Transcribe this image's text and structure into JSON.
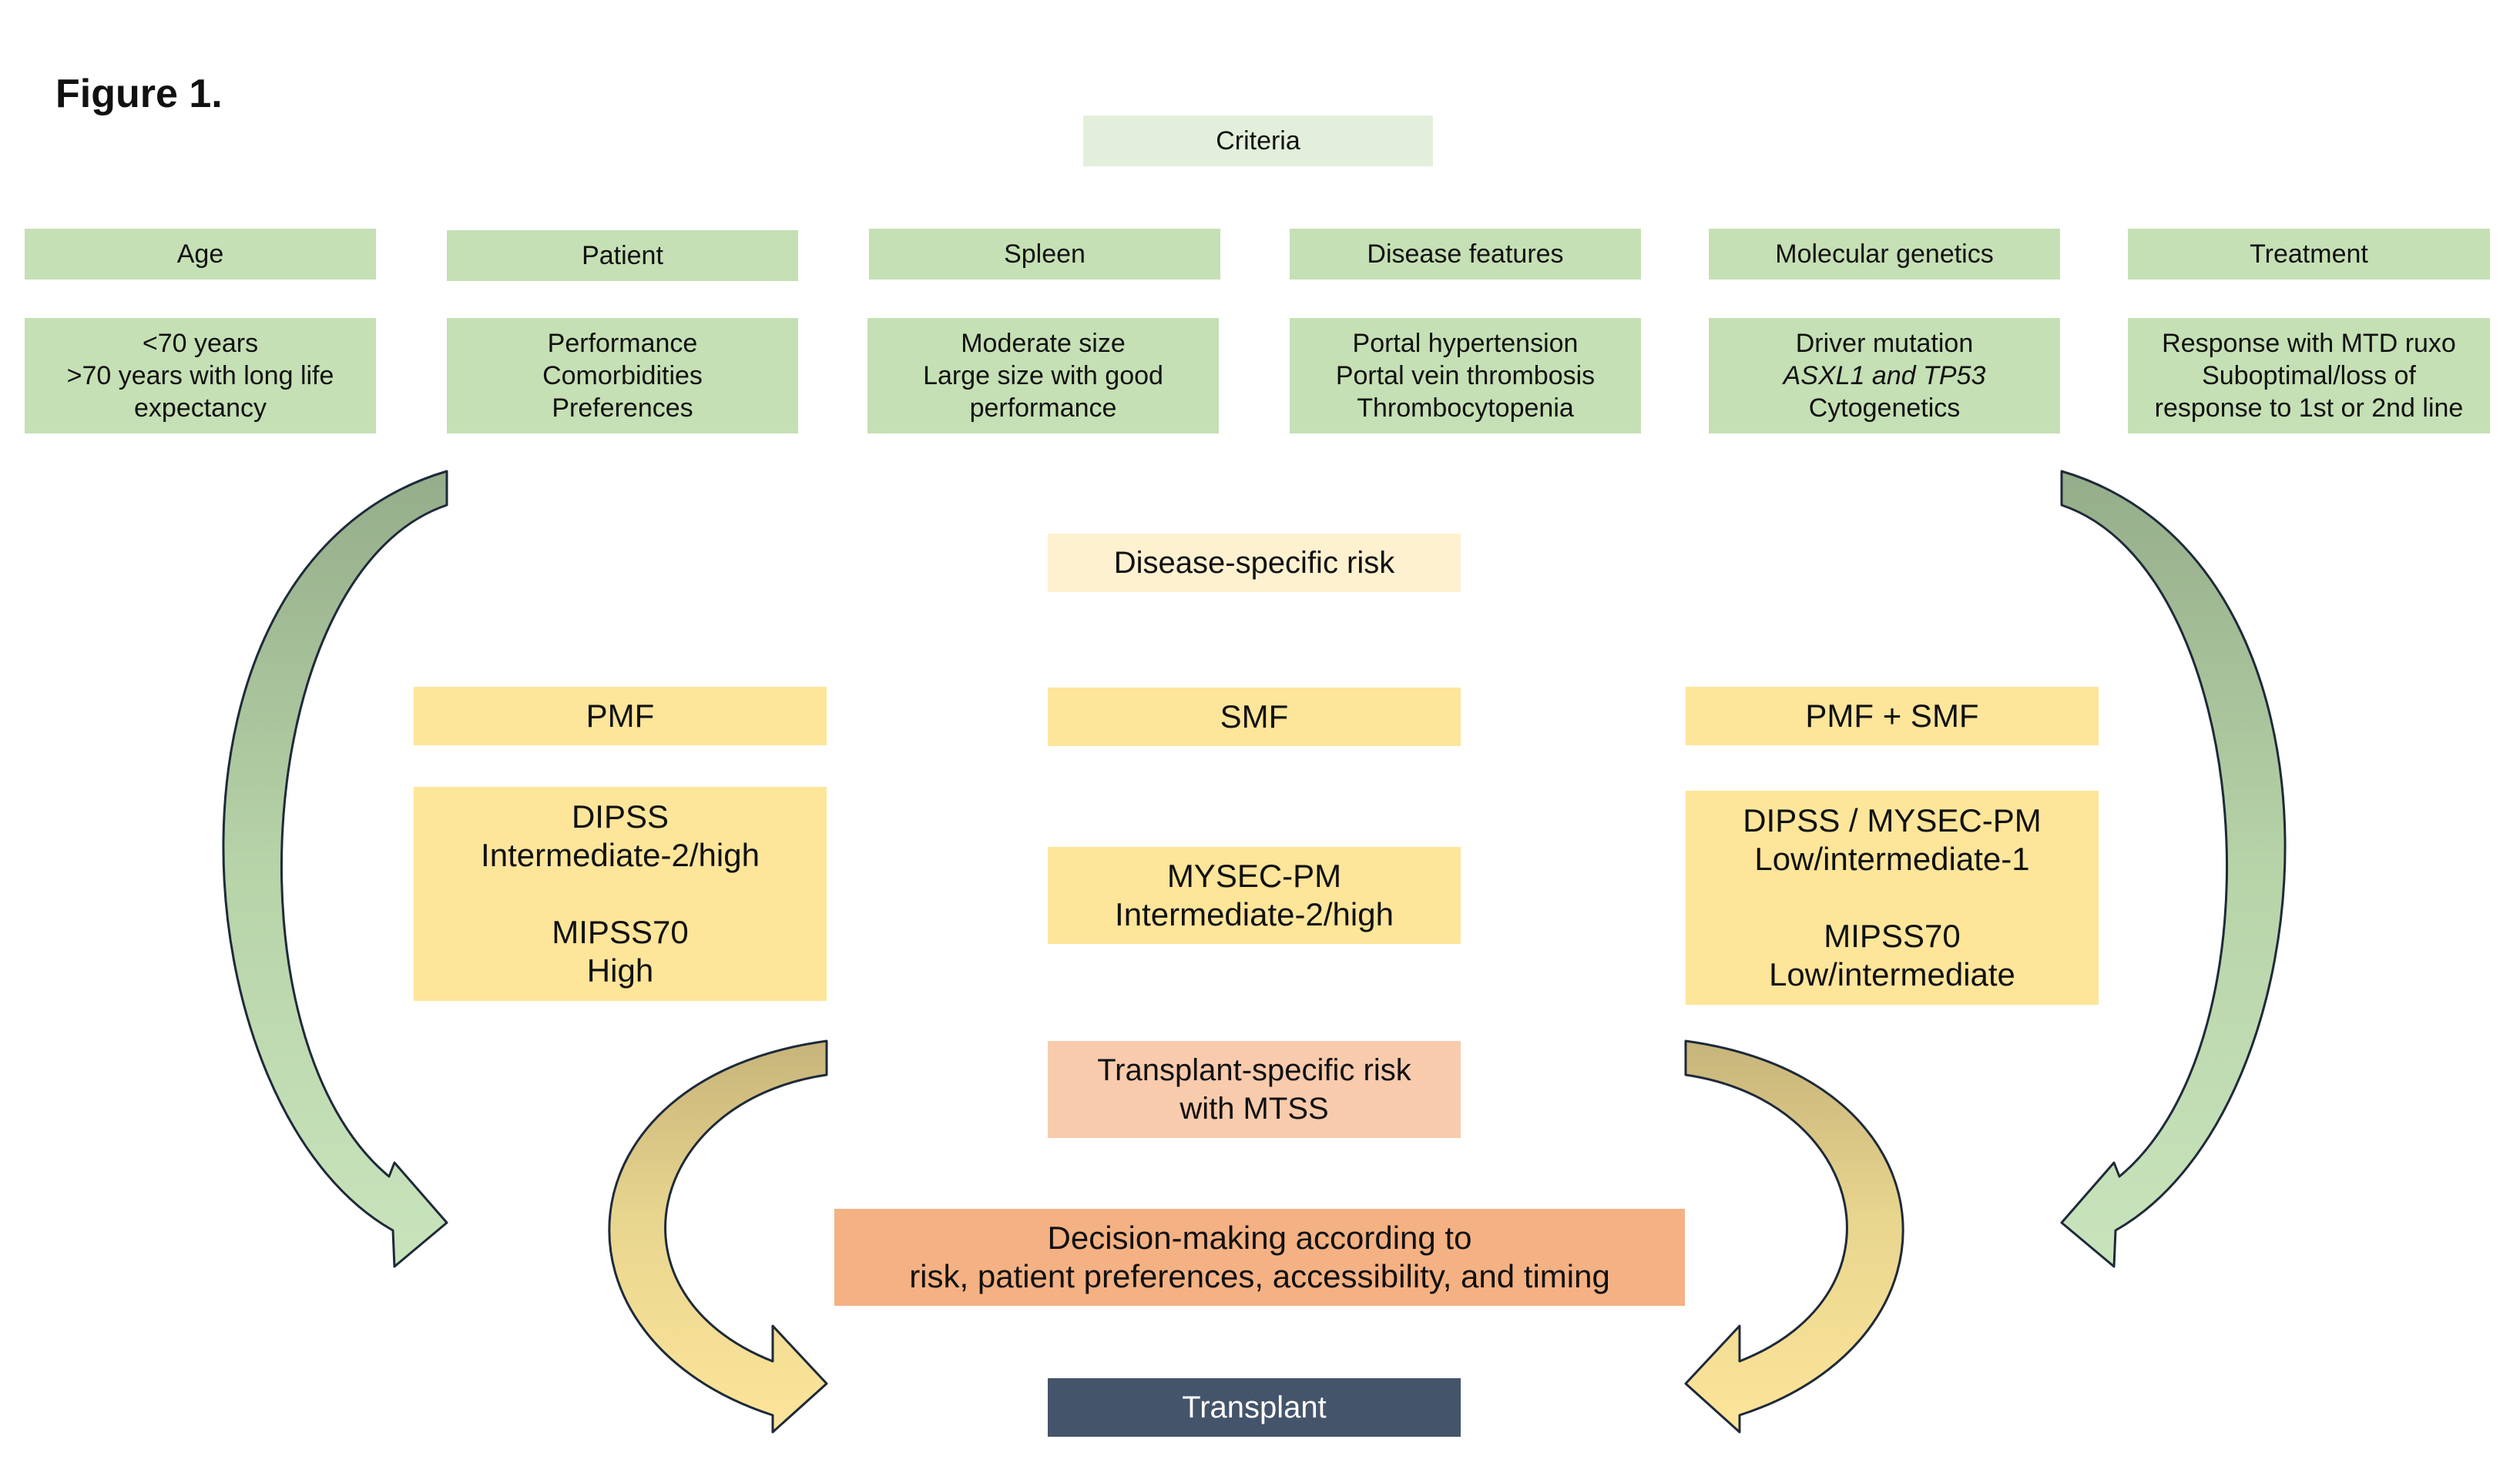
{
  "figure_title": "Figure 1.",
  "criteria": "Criteria",
  "categories": [
    {
      "title": "Age",
      "lines": [
        "<70 years",
        ">70 years with long life",
        "expectancy"
      ]
    },
    {
      "title": "Patient",
      "lines": [
        "Performance",
        "Comorbidities",
        "Preferences"
      ]
    },
    {
      "title": "Spleen",
      "lines": [
        "Moderate size",
        "Large size with good",
        "performance"
      ]
    },
    {
      "title": "Disease features",
      "lines": [
        "Portal hypertension",
        "Portal vein thrombosis",
        "Thrombocytopenia"
      ]
    },
    {
      "title": "Molecular genetics",
      "lines": [
        "Driver mutation",
        "ASXL1 and TP53",
        "Cytogenetics"
      ]
    },
    {
      "title": "Treatment",
      "lines": [
        "Response with MTD ruxo",
        "Suboptimal/loss of",
        "response to 1st or 2nd line"
      ]
    }
  ],
  "disease_specific_risk": "Disease-specific risk",
  "groups": [
    {
      "title": "PMF",
      "lines": [
        "DIPSS",
        "Intermediate-2/high",
        "",
        "MIPSS70",
        "High"
      ]
    },
    {
      "title": "SMF",
      "lines": [
        "MYSEC-PM",
        "Intermediate-2/high"
      ]
    },
    {
      "title": "PMF + SMF",
      "lines": [
        "DIPSS / MYSEC-PM",
        "Low/intermediate-1",
        "",
        "MIPSS70",
        "Low/intermediate"
      ]
    }
  ],
  "transplant_specific_risk": [
    "Transplant-specific risk",
    "with MTSS"
  ],
  "decision": [
    "Decision-making according to",
    "risk, patient preferences, accessibility, and timing"
  ],
  "transplant": "Transplant",
  "colors": {
    "green_light": "#e3efdb",
    "green": "#c5e0b4",
    "cream": "#fdf1d0",
    "yellow": "#fde59a",
    "peach": "#f8cbad",
    "orange": "#f4b183",
    "navy": "#44546a"
  }
}
